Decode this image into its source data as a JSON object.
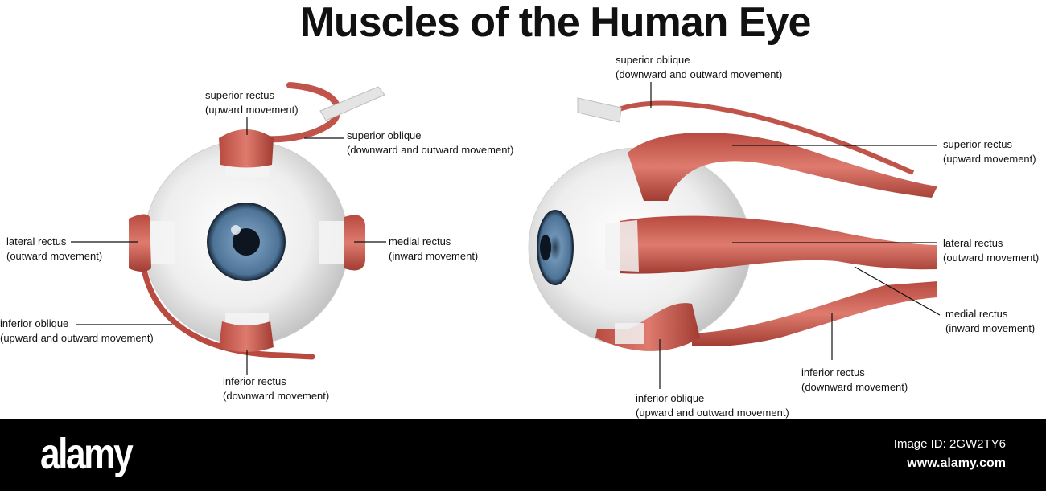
{
  "title": "Muscles of the Human Eye",
  "colors": {
    "muscle": "#c8554a",
    "muscle_dark": "#9e3a31",
    "iris": "#5a7ea0",
    "sclera": "#e6e6e6"
  },
  "front_view": {
    "superior_rectus": {
      "name": "superior rectus",
      "action": "(upward movement)"
    },
    "superior_oblique": {
      "name": "superior oblique",
      "action": "(downward and outward movement)"
    },
    "lateral_rectus": {
      "name": "lateral rectus",
      "action": "(outward movement)"
    },
    "medial_rectus": {
      "name": "medial rectus",
      "action": "(inward movement)"
    },
    "inferior_oblique": {
      "name": "inferior oblique",
      "action": "(upward and outward movement)"
    },
    "inferior_rectus": {
      "name": "inferior rectus",
      "action": "(downward movement)"
    }
  },
  "side_view": {
    "superior_oblique": {
      "name": "superior oblique",
      "action": "(downward and outward movement)"
    },
    "superior_rectus": {
      "name": "superior rectus",
      "action": "(upward movement)"
    },
    "lateral_rectus": {
      "name": "lateral rectus",
      "action": "(outward movement)"
    },
    "medial_rectus": {
      "name": "medial rectus",
      "action": "(inward movement)"
    },
    "inferior_rectus": {
      "name": "inferior rectus",
      "action": "(downward movement)"
    },
    "inferior_oblique": {
      "name": "inferior oblique",
      "action": "(upward and outward movement)"
    }
  },
  "footer": {
    "brand": "alamy",
    "image_id": "Image ID: 2GW2TY6",
    "site": "www.alamy.com"
  }
}
